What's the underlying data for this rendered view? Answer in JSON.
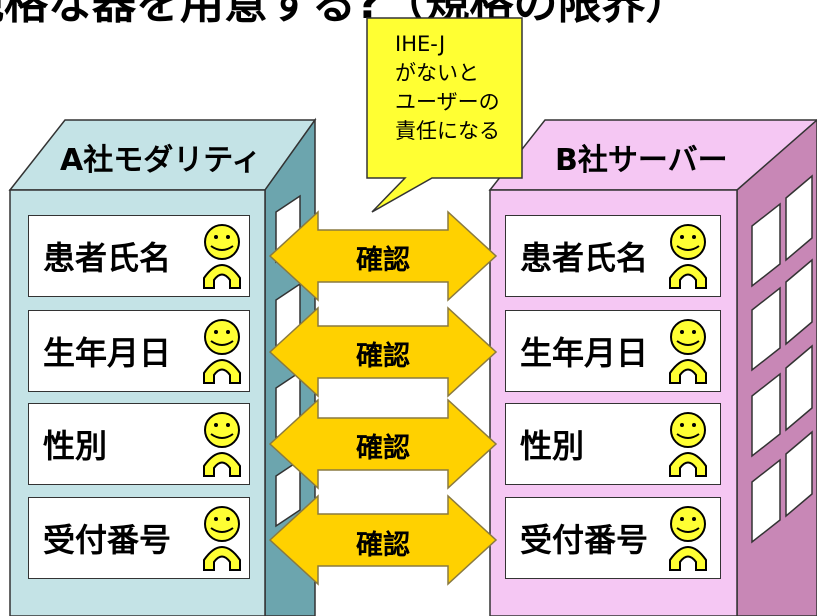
{
  "title": "規格な器を用意する?（規格の限界）",
  "callout": {
    "text": "IHE-J\nがないと\nユーザーの\n責任になる"
  },
  "left_building": {
    "label": "A社モダリティ",
    "fields": [
      "患者氏名",
      "生年月日",
      "性別",
      "受付番号"
    ]
  },
  "right_building": {
    "label": "B社サーバー",
    "fields": [
      "患者氏名",
      "生年月日",
      "性別",
      "受付番号"
    ]
  },
  "arrows": [
    "確認",
    "確認",
    "確認",
    "確認"
  ],
  "colors": {
    "left_front": "#c4e3e6",
    "left_side": "#6ca5ae",
    "right_front": "#f5c7f3",
    "right_side": "#c887b6",
    "arrow": "#ffd100",
    "callout": "#ffff33",
    "smiley": "#ffff33"
  }
}
